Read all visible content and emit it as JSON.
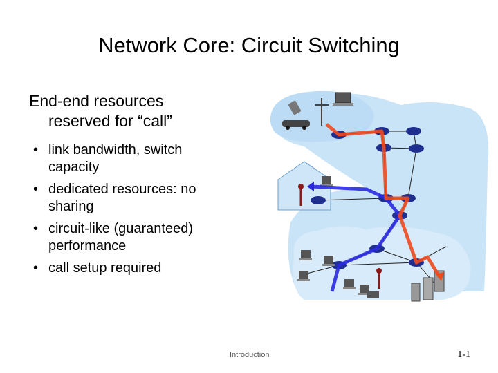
{
  "slide": {
    "title": "Network Core: Circuit Switching",
    "lead_line1": "End-end resources",
    "lead_line2": "reserved for “call”",
    "bullet_glyph": "•",
    "bullets": [
      "link bandwidth,  switch capacity",
      "dedicated resources: no sharing",
      "circuit-like (guaranteed) performance",
      "call setup required"
    ],
    "footer": "Introduction",
    "page_number": "1-1"
  },
  "colors": {
    "network_blue": "#1f2f8f",
    "cloud_fill": "#c9e3f7",
    "circuit_red": "#ee4a1e",
    "circuit_blue": "#2a2ae0"
  },
  "icons": [
    "laptop-icon",
    "pda-icon",
    "car-icon",
    "router-icon",
    "desktop-icon",
    "wireless-tower-icon",
    "server-icon",
    "house-icon"
  ]
}
